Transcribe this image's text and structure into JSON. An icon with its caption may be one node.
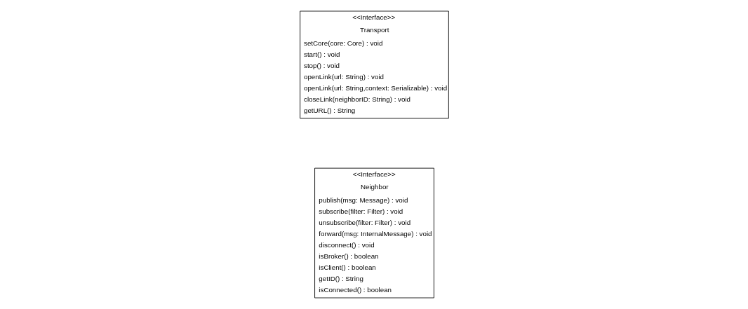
{
  "diagram": {
    "nodes": [
      {
        "text": [
          "<<Interface>>",
          "Neighbor",
          "publish(msg: Message) : void",
          "subscribe(filter: Filter) : void",
          "unsubscribe(filter: Filter) : void",
          "forward(msg: InternalMessage) : void",
          "disconnect() : void",
          "isBroker() : boolean",
          "isClient() : boolean",
          "getID() : String",
          "isConnected() : boolean"
        ]
      },
      {
        "text": [
          "<<Interface>>",
          "Transport",
          "setCore(core: Core) : void",
          "start() : void",
          "stop() : void",
          "openLink(url: String) : void",
          "openLink(url: String,context: Serializable) : void",
          "closeLink(neighborID: String) : void",
          "getURL() : String"
        ]
      }
    ]
  }
}
